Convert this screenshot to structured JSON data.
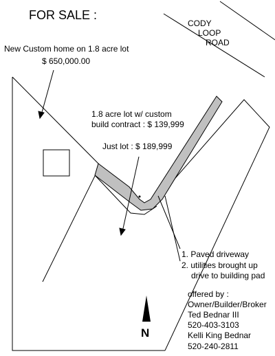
{
  "title": "FOR SALE :",
  "road": {
    "lines": [
      "CODY",
      "LOOP",
      "ROAD"
    ]
  },
  "listing_home": {
    "line1": "New Custom home on 1.8 acre lot",
    "price": "$ 650,000.00"
  },
  "listing_contract": {
    "line1": "1.8 acre lot w/ custom",
    "line2": "build contract : $ 139,999"
  },
  "listing_lot": "Just lot : $ 189,999",
  "notes": [
    "1. Paved driveway",
    "2. utilities brought up",
    "drive to building pad"
  ],
  "contact": {
    "heading": "offered by :",
    "role": "Owner/Builder/Broker",
    "agent1_name": "Ted Bednar III",
    "agent1_phone": "520-403-3103",
    "agent2_name": "Kelli King Bednar",
    "agent2_phone": "520-240-2811"
  },
  "north_label": "N",
  "colors": {
    "driveway": "#c0c0c0",
    "lines": "#000000"
  }
}
